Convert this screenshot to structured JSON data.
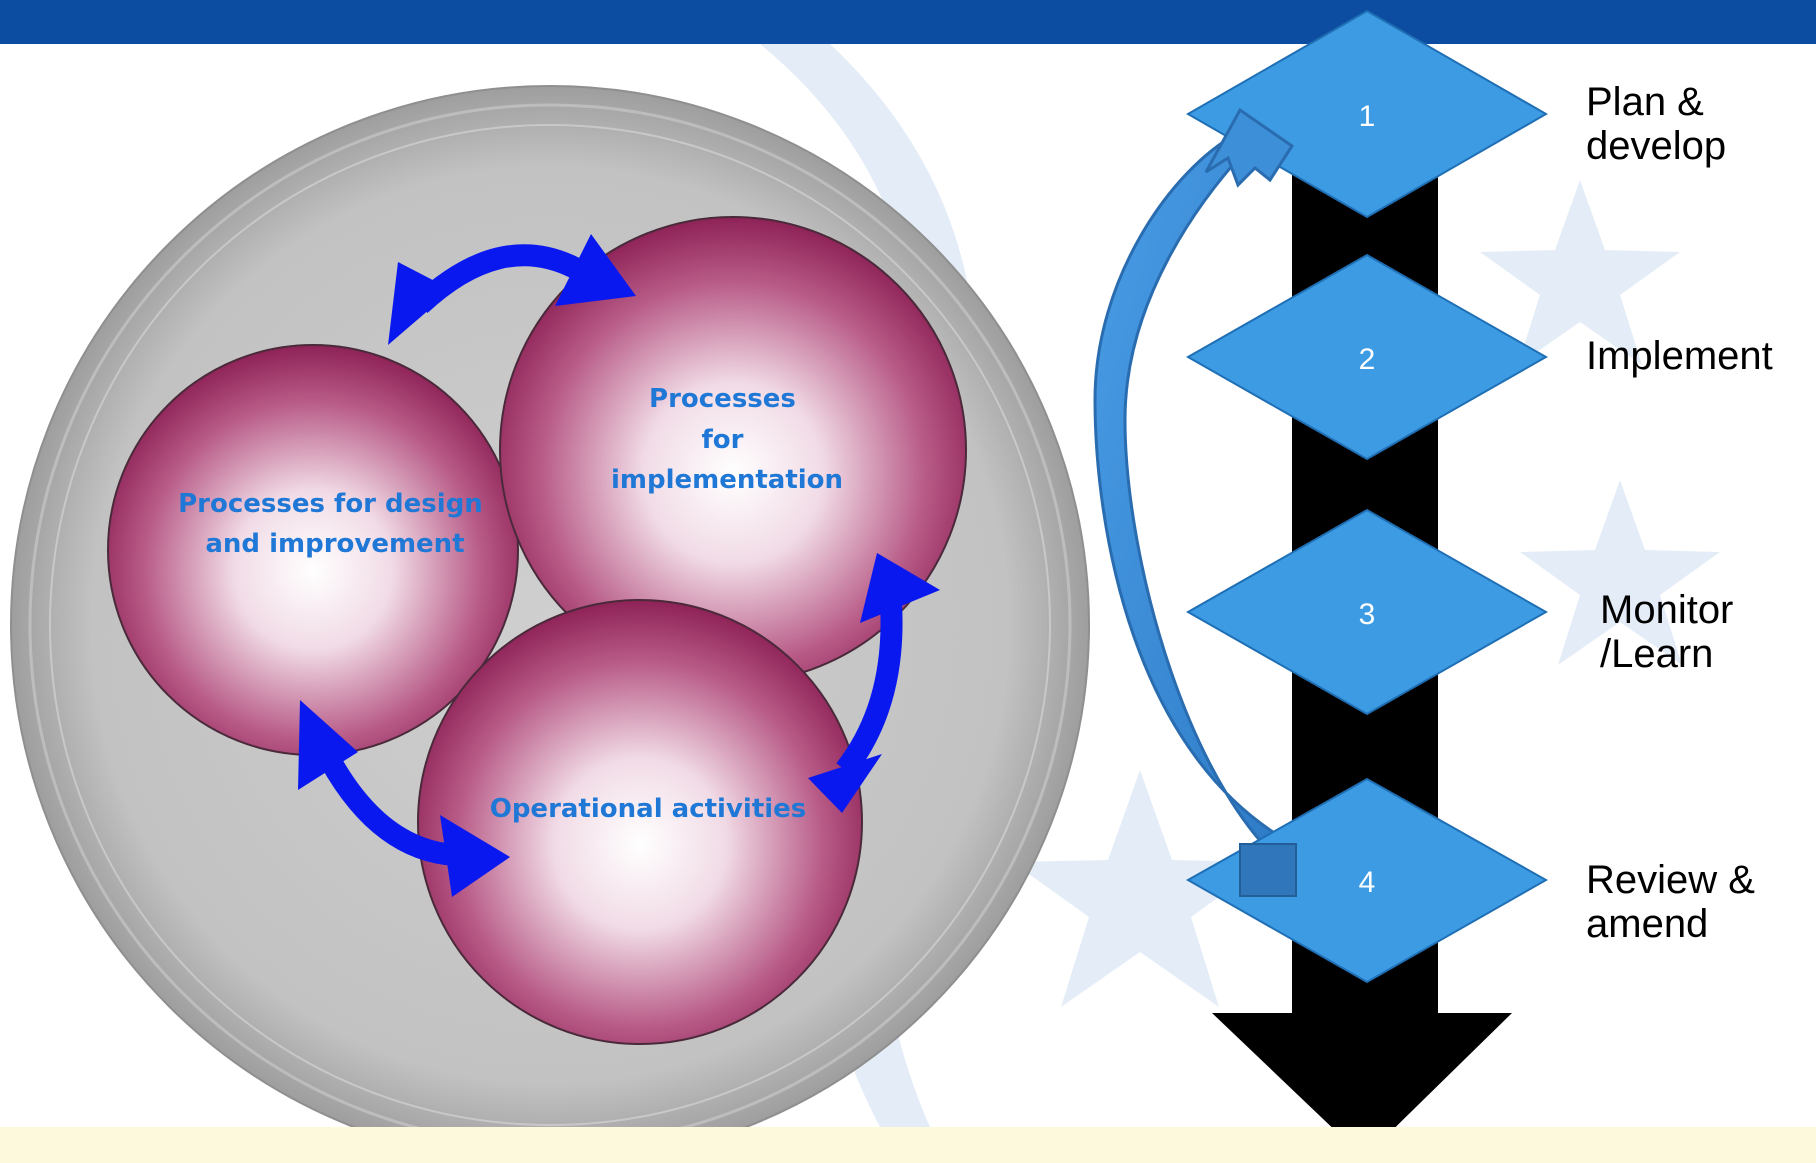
{
  "circles": {
    "design": {
      "line1": "Processes for design",
      "line2": "and improvement"
    },
    "implementation": {
      "line1": "Processes",
      "line2": "for",
      "line3": "implementation"
    },
    "operational": {
      "line1": "Operational activities"
    }
  },
  "steps": [
    {
      "number": "1",
      "label_line1": "Plan &",
      "label_line2": "develop"
    },
    {
      "number": "2",
      "label_line1": "Implement",
      "label_line2": ""
    },
    {
      "number": "3",
      "label_line1": "Monitor",
      "label_line2": "/Learn"
    },
    {
      "number": "4",
      "label_line1": "Review &",
      "label_line2": "amend"
    }
  ],
  "colors": {
    "header_bar": "#0c4da2",
    "sphere": "#9b2f63",
    "arrow_blue": "#0a18f0",
    "diamond": "#3d9be3",
    "circle_text": "#1f77d6",
    "bottom_band": "#fdf9dd"
  }
}
